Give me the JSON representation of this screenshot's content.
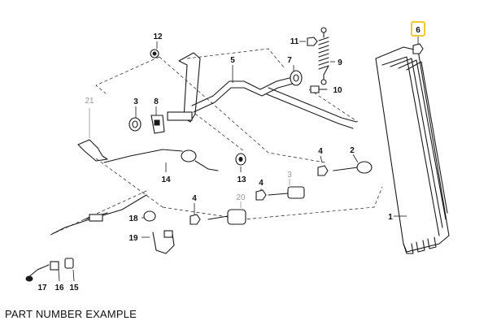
{
  "caption": "PART NUMBER EXAMPLE",
  "highlight_color": "#f0cc30",
  "callouts": {
    "p1": "1",
    "p2": "2",
    "p3": "3",
    "p4a": "4",
    "p4b": "4",
    "p4c": "4",
    "p5": "5",
    "p6": "6",
    "p7": "7",
    "p8": "8",
    "p9": "9",
    "p10": "10",
    "p11": "11",
    "p12": "12",
    "p13": "13",
    "p14": "14",
    "p15": "15",
    "p16": "16",
    "p17": "17",
    "p18": "18",
    "p19": "19",
    "p20": "20",
    "p21": "21"
  }
}
